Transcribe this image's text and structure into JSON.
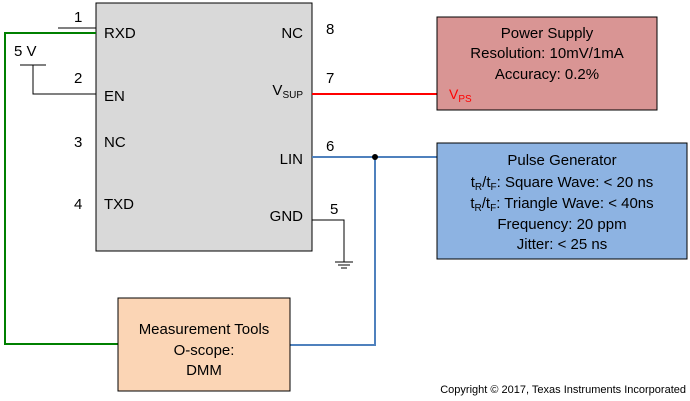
{
  "chip": {
    "pins": [
      {
        "num": "1",
        "name": "RXD"
      },
      {
        "num": "2",
        "name": "EN"
      },
      {
        "num": "3",
        "name": "NC"
      },
      {
        "num": "4",
        "name": "TXD"
      },
      {
        "num": "5",
        "name": "GND"
      },
      {
        "num": "6",
        "name": "LIN"
      },
      {
        "num": "7",
        "name_main": "V",
        "name_sub": "SUP"
      },
      {
        "num": "8",
        "name": "NC"
      }
    ]
  },
  "supply_label": "5 V",
  "power_supply": {
    "title": "Power Supply",
    "line1": "Resolution: 10mV/1mA",
    "line2": "Accuracy: 0.2%",
    "node_main": "V",
    "node_sub": "PS"
  },
  "pulse_generator": {
    "title": "Pulse Generator",
    "rise_main": "t",
    "rise_sub": "R",
    "fall_main": "/t",
    "fall_sub": "F",
    "square_text": ": Square Wave: < 20 ns",
    "triangle_text": ": Triangle Wave: < 40ns",
    "frequency": "Frequency: 20 ppm",
    "jitter": "Jitter: < 25 ns"
  },
  "measurement_tools": {
    "line1": "Measurement Tools",
    "line2": "O-scope:",
    "line3": "DMM"
  },
  "copyright": "Copyright © 2017, Texas Instruments Incorporated",
  "colors": {
    "chip_fill": "#d9d9d9",
    "power_fill": "#d99594",
    "pulse_fill": "#8db3e2",
    "meas_fill": "#fbd5b5",
    "green_wire": "#008000",
    "red_wire": "#ff0000",
    "blue_wire": "#4f81bd",
    "vps_text": "#ff0000"
  }
}
